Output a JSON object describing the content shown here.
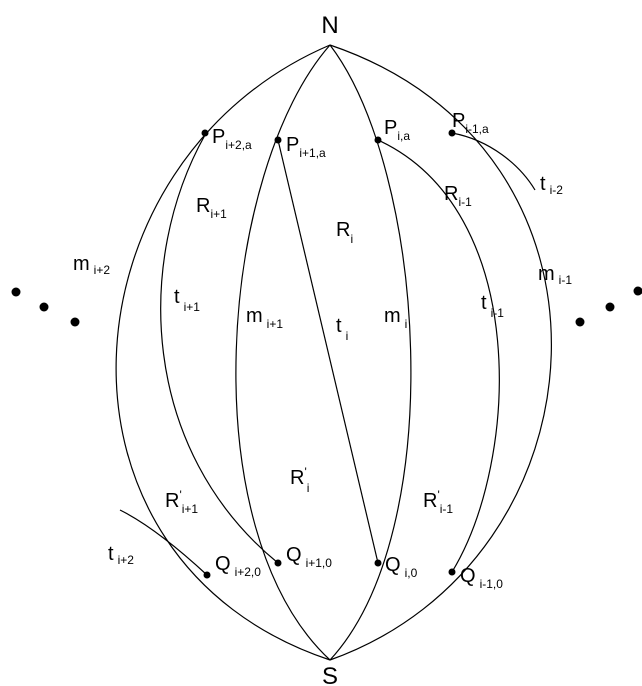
{
  "poles": {
    "north": "N",
    "south": "S"
  },
  "points_top": {
    "p_i_plus_2": {
      "main": "P",
      "sub": "i+2,a"
    },
    "p_i_plus_1": {
      "main": "P",
      "sub": "i+1,a"
    },
    "p_i": {
      "main": "P",
      "sub": "i,a"
    },
    "p_i_minus_1": {
      "main": "P",
      "sub": "i-1,a"
    }
  },
  "points_bottom": {
    "q_i_plus_2": {
      "main": "Q",
      "sub": "i+2,0"
    },
    "q_i_plus_1": {
      "main": "Q",
      "sub": "i+1,0"
    },
    "q_i": {
      "main": "Q",
      "sub": "i,0"
    },
    "q_i_minus_1": {
      "main": "Q",
      "sub": "i-1,0"
    }
  },
  "regions": {
    "r_i_plus_1": {
      "main": "R",
      "sub": "i+1"
    },
    "r_i": {
      "main": "R",
      "sub": "i"
    },
    "r_i_minus_1": {
      "main": "R",
      "sub": "i-1"
    },
    "rp_i_plus_1": {
      "main": "R",
      "sub": "i+1"
    },
    "rp_i": {
      "main": "R",
      "sub": "i"
    },
    "rp_i_minus_1": {
      "main": "R",
      "sub": "i-1"
    }
  },
  "prime_mark": "'",
  "meridians": {
    "m_i_plus_2": {
      "main": "m",
      "sub": "i+2"
    },
    "m_i_plus_1": {
      "main": "m",
      "sub": "i+1"
    },
    "m_i": {
      "main": "m",
      "sub": "i"
    },
    "m_i_minus_1": {
      "main": "m",
      "sub": "i-1"
    }
  },
  "transversals": {
    "t_i_plus_2": {
      "main": "t",
      "sub": "i+2"
    },
    "t_i_plus_1": {
      "main": "t",
      "sub": "i+1"
    },
    "t_i": {
      "main": "t",
      "sub": "i"
    },
    "t_i_minus_1": {
      "main": "t",
      "sub": "i-1"
    },
    "t_i_minus_2": {
      "main": "t",
      "sub": "i-2"
    }
  },
  "colors": {
    "stroke": "#000000",
    "background": "#ffffff"
  }
}
